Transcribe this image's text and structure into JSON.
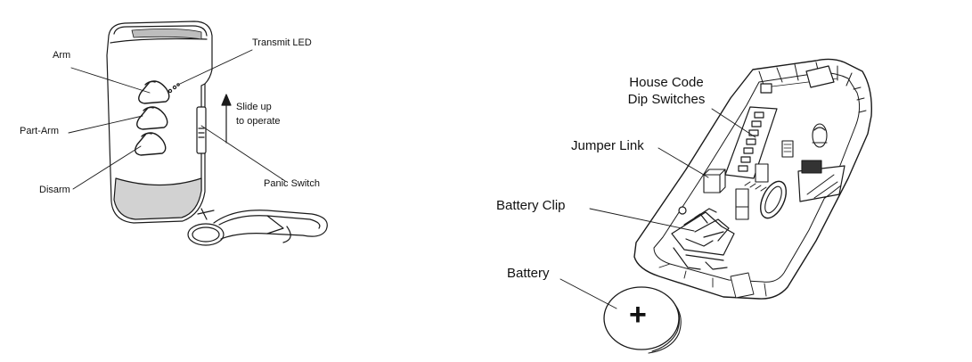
{
  "remote_labels": {
    "arm": "Arm",
    "part_arm": "Part-Arm",
    "disarm": "Disarm",
    "transmit_led": "Transmit LED",
    "slide_up_line1": "Slide up",
    "slide_up_line2": "to operate",
    "panic_switch": "Panic Switch"
  },
  "open_unit_labels": {
    "house_code_line1": "House Code",
    "house_code_line2": "Dip Switches",
    "jumper_link": "Jumper Link",
    "battery_clip": "Battery Clip",
    "battery": "Battery"
  },
  "battery_symbol": "+",
  "colors": {
    "line": "#1a1a1a",
    "shade": "#c8c8c8",
    "background": "#ffffff"
  }
}
